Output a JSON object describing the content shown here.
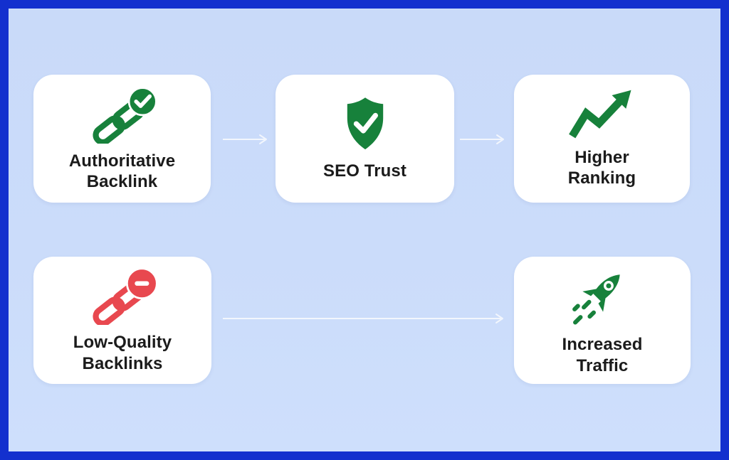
{
  "diagram": {
    "cards": [
      {
        "label": "Authoritative\nBacklink",
        "icon": "link-check-icon",
        "sentiment": "positive"
      },
      {
        "label": "SEO Trust",
        "icon": "shield-check-icon",
        "sentiment": "positive"
      },
      {
        "label": "Higher\nRanking",
        "icon": "trend-up-arrow-icon",
        "sentiment": "positive"
      },
      {
        "label": "Low-Quality\nBacklinks",
        "icon": "link-minus-icon",
        "sentiment": "negative"
      },
      {
        "label": "Increased\nTraffic",
        "icon": "rocket-icon",
        "sentiment": "positive"
      }
    ],
    "connections": [
      {
        "from": "Authoritative Backlink",
        "to": "SEO Trust"
      },
      {
        "from": "SEO Trust",
        "to": "Higher Ranking"
      },
      {
        "from": "Low-Quality Backlinks",
        "to": "Increased Traffic"
      }
    ],
    "colors": {
      "frame_border": "#1330CE",
      "canvas_background": "#CBDBF9",
      "card_background": "#FFFFFF",
      "positive_green": "#17813B",
      "negative_red": "#E8484F",
      "arrow": "#F2F6FD",
      "label_text": "#1B1B1B"
    }
  }
}
